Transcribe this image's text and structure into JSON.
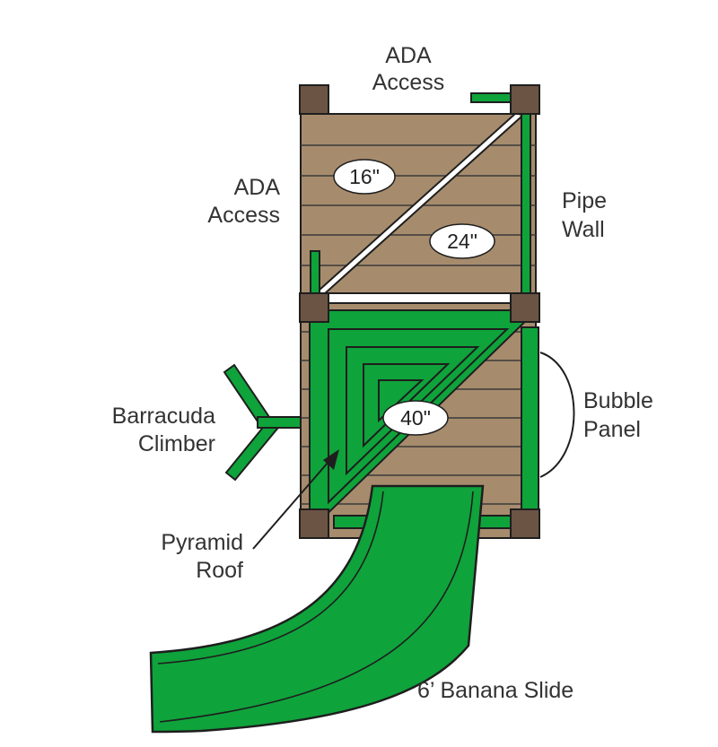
{
  "labels": {
    "ada_access_top": [
      "ADA",
      "Access"
    ],
    "ada_access_left": [
      "ADA",
      "Access"
    ],
    "pipe_wall": [
      "Pipe",
      "Wall"
    ],
    "bubble_panel": [
      "Bubble",
      "Panel"
    ],
    "barracuda_climber": [
      "Barracuda",
      "Climber"
    ],
    "pyramid_roof": [
      "Pyramid",
      "Roof"
    ],
    "banana_slide": "6’ Banana Slide"
  },
  "heights": {
    "upper_left": "16\"",
    "upper_right": "24\"",
    "lower": "40\""
  },
  "colors": {
    "deck_wood": "#a68c6d",
    "deck_line": "#3a3a3a",
    "post": "#6b5444",
    "green": "#0fa33b",
    "green_dark": "#0b7a2b",
    "outline": "#1e1e1e"
  }
}
